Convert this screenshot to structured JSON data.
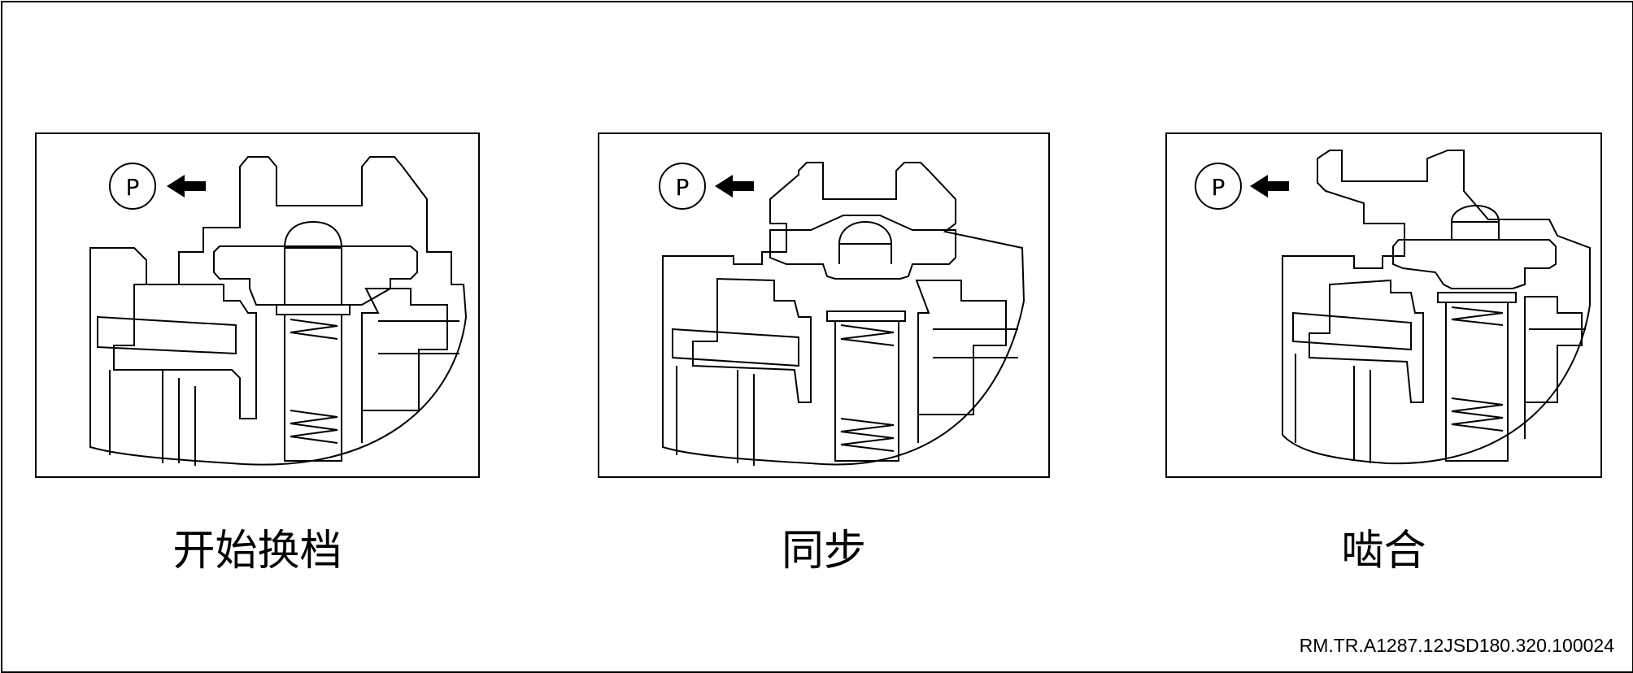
{
  "panels": [
    {
      "caption": "开始换档",
      "badge": "P"
    },
    {
      "caption": "同步",
      "badge": "P"
    },
    {
      "caption": "啮合",
      "badge": "P"
    }
  ],
  "reference_code": "RM.TR.A1287.12JSD180.320.100024"
}
